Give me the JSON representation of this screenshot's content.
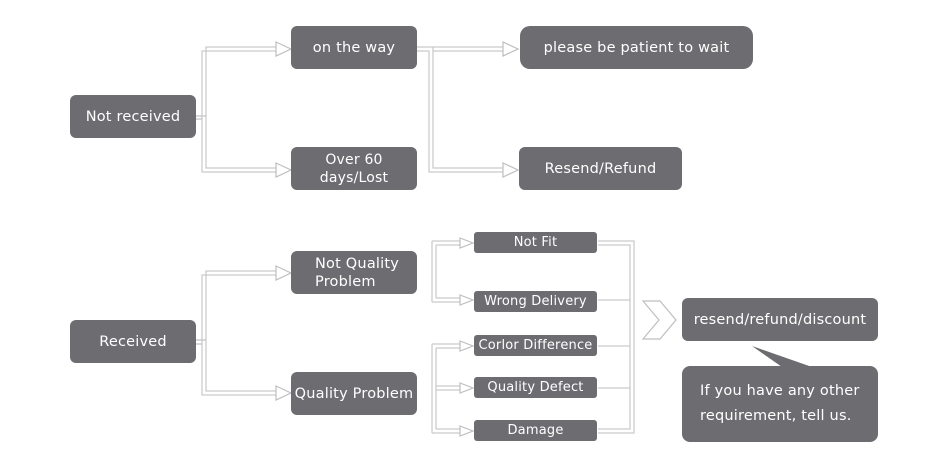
{
  "diagram": {
    "top": {
      "root": "Not received",
      "branch_a": "on the way",
      "branch_b": "Over 60 days/Lost",
      "result_a": "please be patient to wait",
      "result_b": "Resend/Refund"
    },
    "bottom": {
      "root": "Received",
      "branch_a_lines": [
        "Not Quality",
        "Problem"
      ],
      "branch_b": "Quality Problem",
      "items": [
        "Not Fit",
        "Wrong Delivery",
        "Corlor Difference",
        "Quality Defect",
        "Damage"
      ],
      "result": "resend/refund/discount",
      "note_lines": [
        "If you have any other",
        "requirement, tell us."
      ]
    },
    "colors": {
      "node_fill": "#6d6c70",
      "node_text": "#ffffff",
      "connector": "#c9c9c9"
    }
  }
}
